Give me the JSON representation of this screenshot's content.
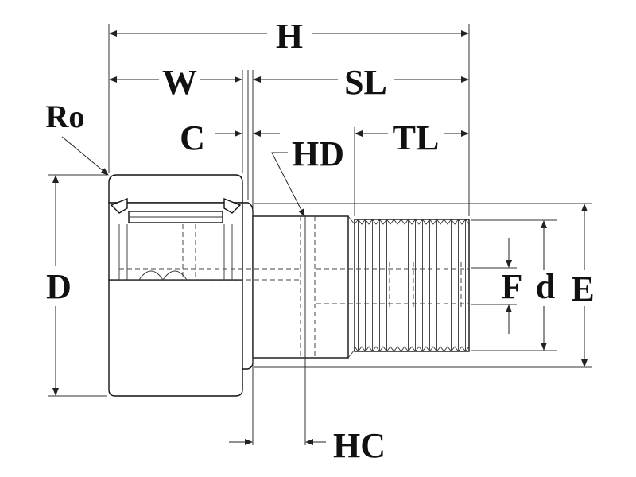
{
  "labels": {
    "H": "H",
    "W": "W",
    "SL": "SL",
    "Ro": "Ro",
    "C": "C",
    "HD": "HD",
    "TL": "TL",
    "D": "D",
    "F": "F",
    "d": "d",
    "E": "E",
    "HC": "HC"
  }
}
